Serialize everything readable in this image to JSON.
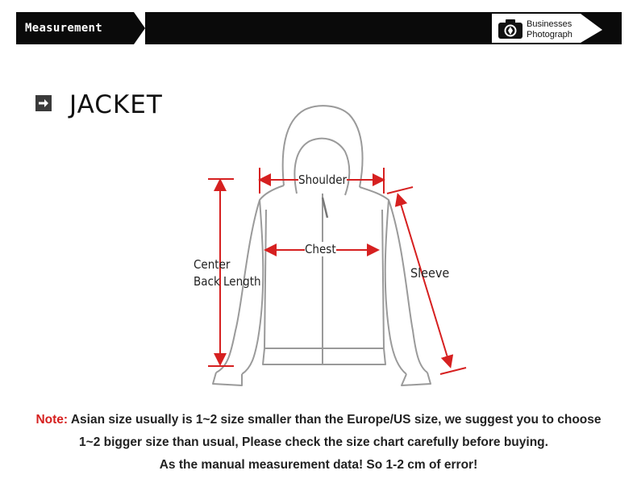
{
  "header": {
    "title": "Measurement",
    "brand_line1": "Businesses",
    "brand_line2": "Photograph"
  },
  "section": {
    "title": "JACKET",
    "icon": "arrow-right-box-icon"
  },
  "diagram": {
    "labels": {
      "shoulder": "Shoulder",
      "chest": "Chest",
      "center_line1": "Center",
      "center_line2": "Back Length",
      "sleeve": "Sleeve"
    },
    "arrow_color": "#d62020"
  },
  "note": {
    "prefix": "Note:",
    "line1": "Asian size usually is 1~2 size smaller than the Europe/US size, we suggest you to choose",
    "line2": "1~2 bigger size than usual, Please check the size chart carefully before buying.",
    "line3": "As the manual measurement data! So 1-2 cm of error!"
  }
}
